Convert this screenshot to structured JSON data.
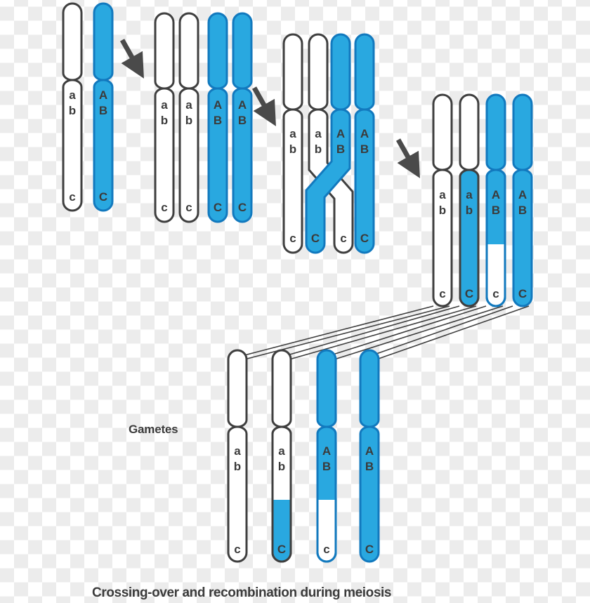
{
  "figure": {
    "caption": "Crossing-over and recombination during meiosis",
    "gametes_label": "Gametes",
    "colors": {
      "blue_fill": "#29a8e0",
      "blue_stroke": "#1279be",
      "white_fill": "#ffffff",
      "dark_stroke": "#3f3f3f",
      "text": "#3b3b3b",
      "arrow": "#4a4a4a",
      "connector": "#3f3f3f"
    },
    "alleles": {
      "white_upper": "a",
      "white_mid": "b",
      "white_lower": "c",
      "blue_upper": "A",
      "blue_mid": "B",
      "blue_lower": "C"
    }
  },
  "stages": [
    {
      "id": "stage-1",
      "name": "homologous-chromosomes",
      "chromatids": [
        {
          "id": "s1-ch1",
          "type": "white",
          "labels": [
            "a",
            "b",
            "c"
          ]
        },
        {
          "id": "s1-ch2",
          "type": "blue",
          "labels": [
            "A",
            "B",
            "C"
          ]
        }
      ]
    },
    {
      "id": "stage-2",
      "name": "replicated-sister-chromatids",
      "chromatids": [
        {
          "id": "s2-ch1",
          "type": "white",
          "labels": [
            "a",
            "b",
            "c"
          ]
        },
        {
          "id": "s2-ch2",
          "type": "white",
          "labels": [
            "a",
            "b",
            "c"
          ]
        },
        {
          "id": "s2-ch3",
          "type": "blue",
          "labels": [
            "A",
            "B",
            "C"
          ]
        },
        {
          "id": "s2-ch4",
          "type": "blue",
          "labels": [
            "A",
            "B",
            "C"
          ]
        }
      ]
    },
    {
      "id": "stage-3",
      "name": "crossing-over-chiasma",
      "chromatids": [
        {
          "id": "s3-ch1",
          "type": "white",
          "labels": [
            "a",
            "b",
            "c"
          ]
        },
        {
          "id": "s3-ch2",
          "type": "crossover-white-to-blue",
          "labels": [
            "a",
            "b",
            "C"
          ]
        },
        {
          "id": "s3-ch3",
          "type": "crossover-blue-to-white",
          "labels": [
            "A",
            "B",
            "c"
          ]
        },
        {
          "id": "s3-ch4",
          "type": "blue",
          "labels": [
            "A",
            "B",
            "C"
          ]
        }
      ]
    },
    {
      "id": "stage-4",
      "name": "recombinant-chromatids",
      "chromatids": [
        {
          "id": "s4-ch1",
          "type": "white",
          "labels": [
            "a",
            "b",
            "c"
          ]
        },
        {
          "id": "s4-ch2",
          "type": "recombinant-white-blue",
          "labels": [
            "a",
            "b",
            "C"
          ]
        },
        {
          "id": "s4-ch3",
          "type": "recombinant-blue-white",
          "labels": [
            "A",
            "B",
            "c"
          ]
        },
        {
          "id": "s4-ch4",
          "type": "blue",
          "labels": [
            "A",
            "B",
            "C"
          ]
        }
      ]
    },
    {
      "id": "gametes",
      "name": "resulting-gametes",
      "chromatids": [
        {
          "id": "g-ch1",
          "type": "white",
          "labels": [
            "a",
            "b",
            "c"
          ]
        },
        {
          "id": "g-ch2",
          "type": "recombinant-white-blue",
          "labels": [
            "a",
            "b",
            "C"
          ]
        },
        {
          "id": "g-ch3",
          "type": "recombinant-blue-white",
          "labels": [
            "A",
            "B",
            "c"
          ]
        },
        {
          "id": "g-ch4",
          "type": "blue",
          "labels": [
            "A",
            "B",
            "C"
          ]
        }
      ]
    }
  ],
  "arrows": [
    {
      "id": "arrow-1",
      "from": "stage-1",
      "to": "stage-2"
    },
    {
      "id": "arrow-2",
      "from": "stage-2",
      "to": "stage-3"
    },
    {
      "id": "arrow-3",
      "from": "stage-3",
      "to": "stage-4"
    }
  ],
  "connectors": [
    {
      "id": "connector-1",
      "from": "s4-ch1",
      "to": "g-ch1"
    },
    {
      "id": "connector-2",
      "from": "s4-ch2",
      "to": "g-ch2"
    },
    {
      "id": "connector-3",
      "from": "s4-ch3",
      "to": "g-ch3"
    },
    {
      "id": "connector-4",
      "from": "s4-ch4",
      "to": "g-ch4"
    }
  ]
}
